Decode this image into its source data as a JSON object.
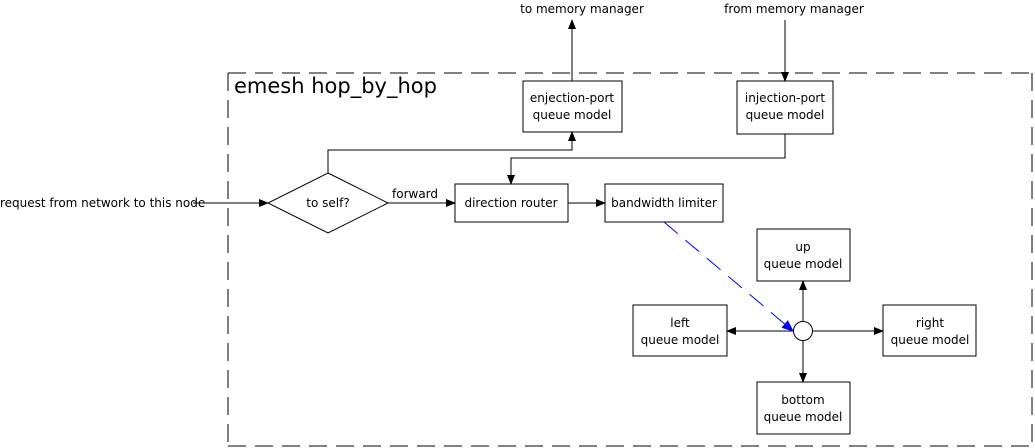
{
  "title": "emesh hop_by_hop",
  "labels": {
    "to_memory_manager": "to memory manager",
    "from_memory_manager": "from memory manager",
    "request_in": "request from network to this node",
    "forward": "forward"
  },
  "nodes": {
    "ejection": [
      "enjection-port",
      "queue model"
    ],
    "injection": [
      "injection-port",
      "queue model"
    ],
    "decision": "to self?",
    "direction_router": "direction router",
    "bandwidth_limiter": "bandwidth limiter",
    "up": [
      "up",
      "queue model"
    ],
    "left": [
      "left",
      "queue model"
    ],
    "right": [
      "right",
      "queue model"
    ],
    "bottom": [
      "bottom",
      "queue model"
    ]
  },
  "colors": {
    "stroke": "#000000",
    "dashed_link": "#0000ee"
  }
}
